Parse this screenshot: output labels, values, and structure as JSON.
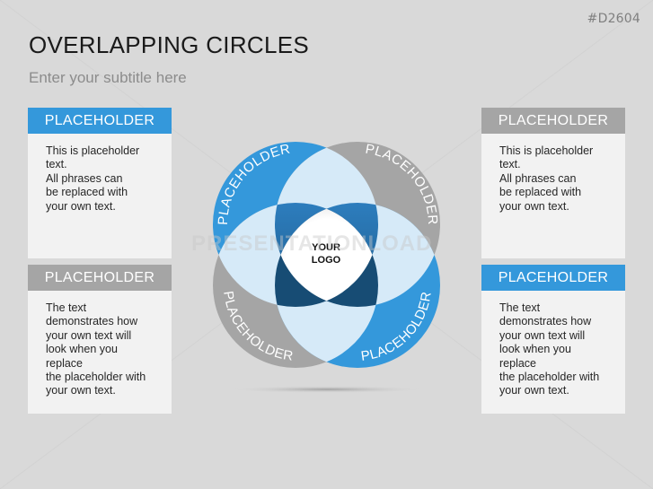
{
  "slide": {
    "code": "#D2604",
    "title": "OVERLAPPING CIRCLES",
    "subtitle": "Enter your subtitle here",
    "watermark": "PRESENTATIONLOAD"
  },
  "colors": {
    "blue": "#3498db",
    "grey": "#a5a5a5",
    "light_blue": "#d6eaf8",
    "dark_blue": "#1f5f8b",
    "background": "#d9d9d9",
    "box_body": "#f2f2f2"
  },
  "boxes": [
    {
      "header": "PLACEHOLDER",
      "color": "blue",
      "lines": [
        "This is placeholder",
        "text.",
        "All phrases can",
        "be replaced with",
        "your own text."
      ]
    },
    {
      "header": "PLACEHOLDER",
      "color": "grey",
      "lines": [
        "The text",
        "demonstrates how",
        "your own text will",
        "look when you",
        "replace",
        "the placeholder with",
        "your own text."
      ]
    },
    {
      "header": "PLACEHOLDER",
      "color": "grey",
      "lines": [
        "This is placeholder",
        "text.",
        "All phrases can",
        "be replaced with",
        "your own text."
      ]
    },
    {
      "header": "PLACEHOLDER",
      "color": "blue",
      "lines": [
        "The text",
        "demonstrates how",
        "your own text will",
        "look when you",
        "replace",
        "the placeholder with",
        "your own text."
      ]
    }
  ],
  "diagram": {
    "circles": [
      {
        "label": "PLACEHOLDER",
        "position": "top-left",
        "color": "blue"
      },
      {
        "label": "PLACEHOLDER",
        "position": "top-right",
        "color": "grey"
      },
      {
        "label": "PLACEHOLDER",
        "position": "bottom-left",
        "color": "grey"
      },
      {
        "label": "PLACEHOLDER",
        "position": "bottom-right",
        "color": "blue"
      }
    ],
    "logo_line1": "YOUR",
    "logo_line2": "LOGO"
  }
}
